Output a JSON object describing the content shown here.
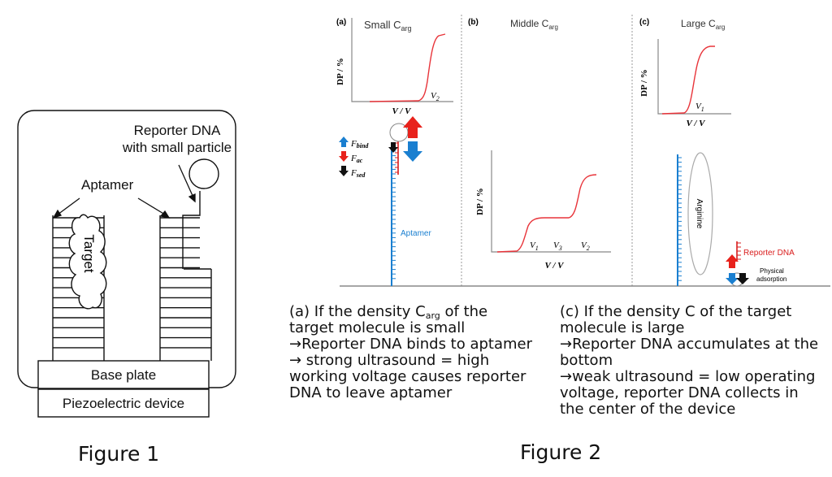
{
  "figure1": {
    "caption": "Figure 1",
    "reporter_label_line1": "Reporter DNA",
    "reporter_label_line2": "with small particle",
    "aptamer_label": "Aptamer",
    "target_label": "Target",
    "base_plate_label": "Base plate",
    "piezo_label": "Piezoelectric device"
  },
  "figure2": {
    "caption": "Figure 2",
    "panels": {
      "a": {
        "tag": "(a)",
        "title_prefix": "Small C",
        "title_sub": "arg",
        "dp_axis": "DP / %",
        "v_axis": "V / V",
        "voltage_prefix": "V",
        "voltage_sub": "2",
        "legend": [
          {
            "symbol": "F",
            "sub": "bind",
            "color": "#1a7fd0"
          },
          {
            "symbol": "F",
            "sub": "ac",
            "color": "#e8221c"
          },
          {
            "symbol": "F",
            "sub": "sed",
            "color": "#111111"
          }
        ],
        "aptamer_label": "Aptamer"
      },
      "b": {
        "tag": "(b)",
        "title_prefix": "Middle C",
        "title_sub": "arg",
        "dp_axis": "DP / %",
        "v_axis": "V / V",
        "v1_prefix": "V",
        "v1_sub": "1",
        "v3_prefix": "V",
        "v3_sub": "3",
        "v2_prefix": "V",
        "v2_sub": "2"
      },
      "c": {
        "tag": "(c)",
        "title_prefix": "Large C",
        "title_sub": "arg",
        "dp_axis": "DP / %",
        "v_axis": "V / V",
        "voltage_prefix": "V",
        "voltage_sub": "1",
        "arginine_label": "Arginine",
        "reporter_label": "Reporter DNA",
        "physical_line1": "Physical",
        "physical_line2": "adsorption"
      }
    },
    "caption_a": [
      "(a) If the density C",
      "target molecule is small",
      "→Reporter DNA binds to aptamer",
      "→ strong ultrasound = high",
      "working voltage causes reporter",
      "DNA to leave aptamer"
    ],
    "caption_a_sub": "arg",
    "caption_a_suffix": " of the",
    "caption_c": [
      "(c) If the density C of the target",
      "molecule is large",
      "→Reporter DNA accumulates at the",
      "bottom",
      "→weak ultrasound = low operating",
      "voltage, reporter DNA collects in",
      "the center of the device"
    ]
  },
  "colors": {
    "curve": "#e8343a",
    "aptamer_blue": "#1a7fd0",
    "arrow_red": "#e8221c",
    "arrow_blue": "#1a7fd0",
    "reporter_red": "#d91c1c"
  }
}
